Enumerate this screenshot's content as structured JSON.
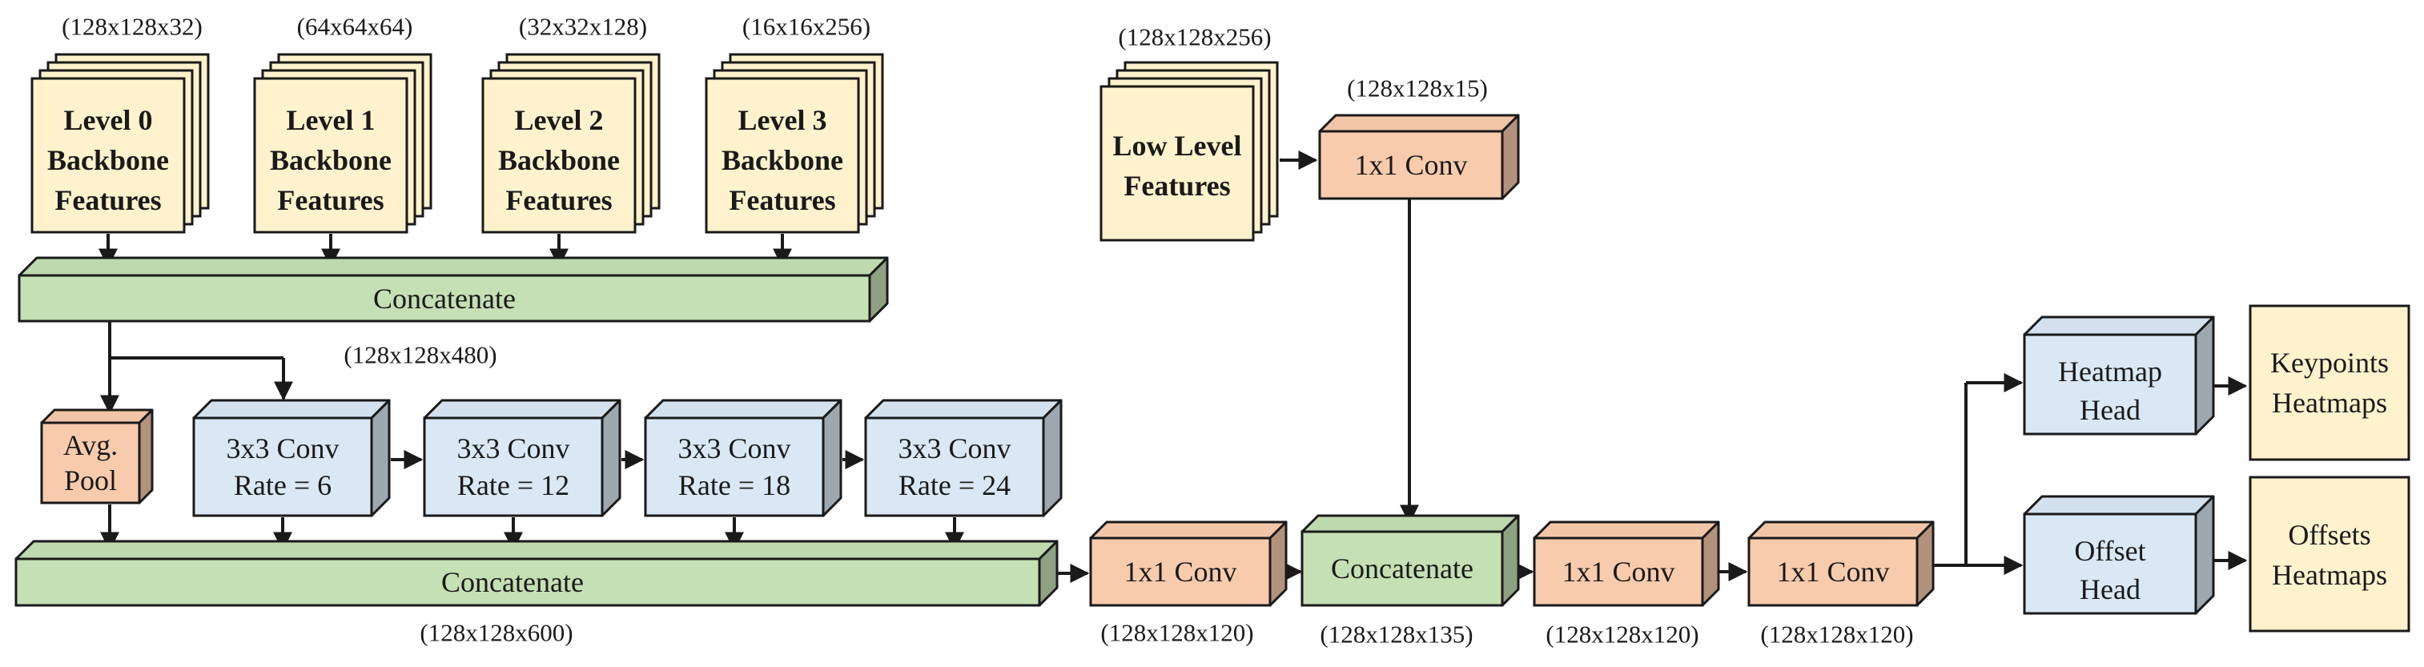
{
  "colors": {
    "feature_fill": "#fff2cc",
    "concat_fill": "#c5e0b4",
    "conv_blue_fill": "#dae8f5",
    "conv_orange_fill": "#f8cbad",
    "outline": "#1a1a1a"
  },
  "backbone": {
    "levels": [
      {
        "dims": "(128x128x32)",
        "lines": [
          "Level 0",
          "Backbone",
          "Features"
        ]
      },
      {
        "dims": "(64x64x64)",
        "lines": [
          "Level 1",
          "Backbone",
          "Features"
        ]
      },
      {
        "dims": "(32x32x128)",
        "lines": [
          "Level 2",
          "Backbone",
          "Features"
        ]
      },
      {
        "dims": "(16x16x256)",
        "lines": [
          "Level 3",
          "Backbone",
          "Features"
        ]
      }
    ],
    "concat_label": "Concatenate",
    "concat_dims": "(128x128x480)"
  },
  "aspp": {
    "pool_lines": [
      "Avg.",
      "Pool"
    ],
    "convs": [
      {
        "lines": [
          "3x3 Conv",
          "Rate = 6"
        ]
      },
      {
        "lines": [
          "3x3 Conv",
          "Rate = 12"
        ]
      },
      {
        "lines": [
          "3x3 Conv",
          "Rate = 18"
        ]
      },
      {
        "lines": [
          "3x3 Conv",
          "Rate = 24"
        ]
      }
    ],
    "concat_label": "Concatenate",
    "concat_dims": "(128x128x600)"
  },
  "decoder": {
    "low_level_dims": "(128x128x256)",
    "low_level_lines": [
      "Low Level",
      "Features"
    ],
    "low_conv_label": "1x1 Conv",
    "low_conv_dims": "(128x128x15)",
    "conv1_label": "1x1 Conv",
    "conv1_dims": "(128x128x120)",
    "concat_label": "Concatenate",
    "concat_dims": "(128x128x135)",
    "conv2_label": "1x1 Conv",
    "conv2_dims": "(128x128x120)",
    "conv3_label": "1x1 Conv",
    "conv3_dims": "(128x128x120)"
  },
  "heads": {
    "heatmap_lines": [
      "Heatmap",
      "Head"
    ],
    "offset_lines": [
      "Offset",
      "Head"
    ],
    "keypoints_lines": [
      "Keypoints",
      "Heatmaps"
    ],
    "offsets_lines": [
      "Offsets",
      "Heatmaps"
    ]
  }
}
